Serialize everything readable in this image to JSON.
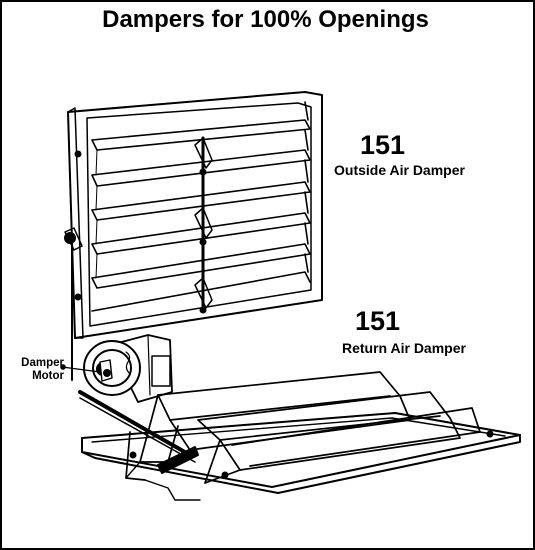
{
  "title": "Dampers for 100% Openings",
  "outside_damper": {
    "number": "151",
    "label": "Outside Air Damper"
  },
  "return_damper": {
    "number": "151",
    "label": "Return Air Damper"
  },
  "motor": {
    "label_line1": "Damper",
    "label_line2": "Motor"
  }
}
